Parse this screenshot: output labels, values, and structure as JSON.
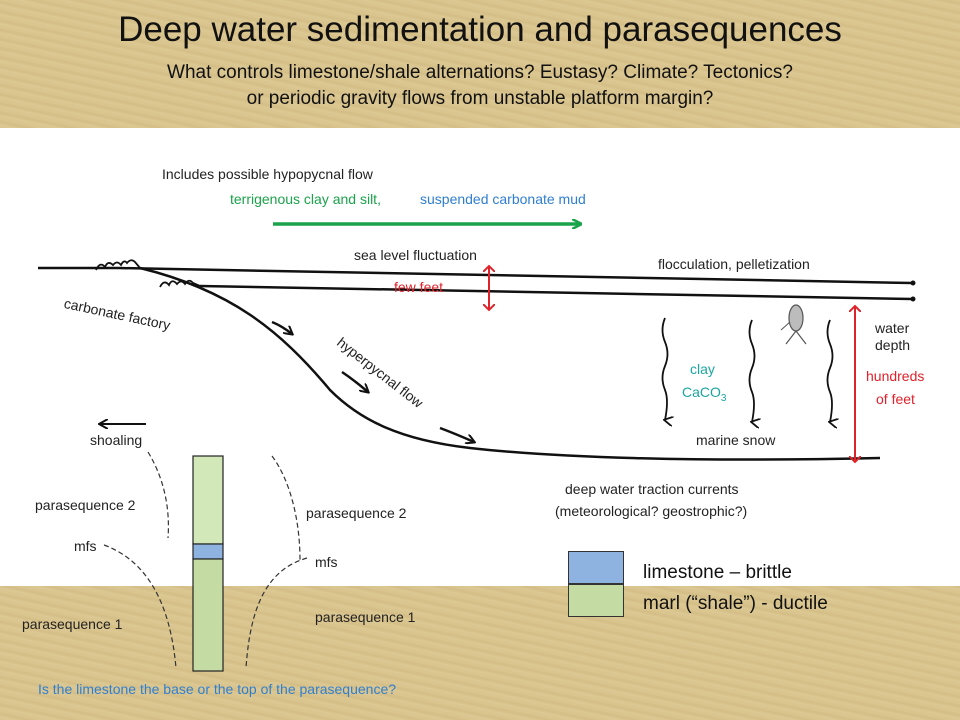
{
  "title": "Deep water sedimentation and parasequences",
  "subtitle_line1": "What controls limestone/shale alternations?  Eustasy?  Climate?  Tectonics?",
  "subtitle_line2": "or periodic gravity flows from unstable platform margin?",
  "labels": {
    "hypopycnal": "Includes possible hypopycnal flow",
    "terrigenous": "terrigenous clay and silt,",
    "suspended": "suspended carbonate mud",
    "sea_level": "sea level fluctuation",
    "few_feet": "few feet",
    "flocculation": "flocculation, pelletization",
    "carbonate_factory": "carbonate factory",
    "hyperpycnal": "hyperpycnal flow",
    "water": "water",
    "depth": "depth",
    "hundreds": "hundreds",
    "of_feet": "of feet",
    "clay": "clay",
    "caco3_main": "CaCO",
    "caco3_sub": "3",
    "marine_snow": "marine snow",
    "shoaling": "shoaling",
    "deep_water_1": "deep water traction currents",
    "deep_water_2": "(meteorological? geostrophic?)",
    "ps2_left": "parasequence 2",
    "mfs_left": "mfs",
    "ps1_left": "parasequence 1",
    "ps2_right": "parasequence 2",
    "mfs_right": "mfs",
    "ps1_right": "parasequence 1",
    "question": "Is the limestone the base or the top of the parasequence?"
  },
  "legend": {
    "limestone": "limestone – brittle",
    "marl": "marl (“shale”) - ductile"
  },
  "colors": {
    "limestone": "#8fb3e0",
    "marl": "#c4dca4",
    "column_light": "#d3e8b9",
    "green_arrow": "#1aa34a",
    "red": "#e0222a",
    "blue_text": "#2f7fd0",
    "teal_text": "#1ba6a0"
  }
}
